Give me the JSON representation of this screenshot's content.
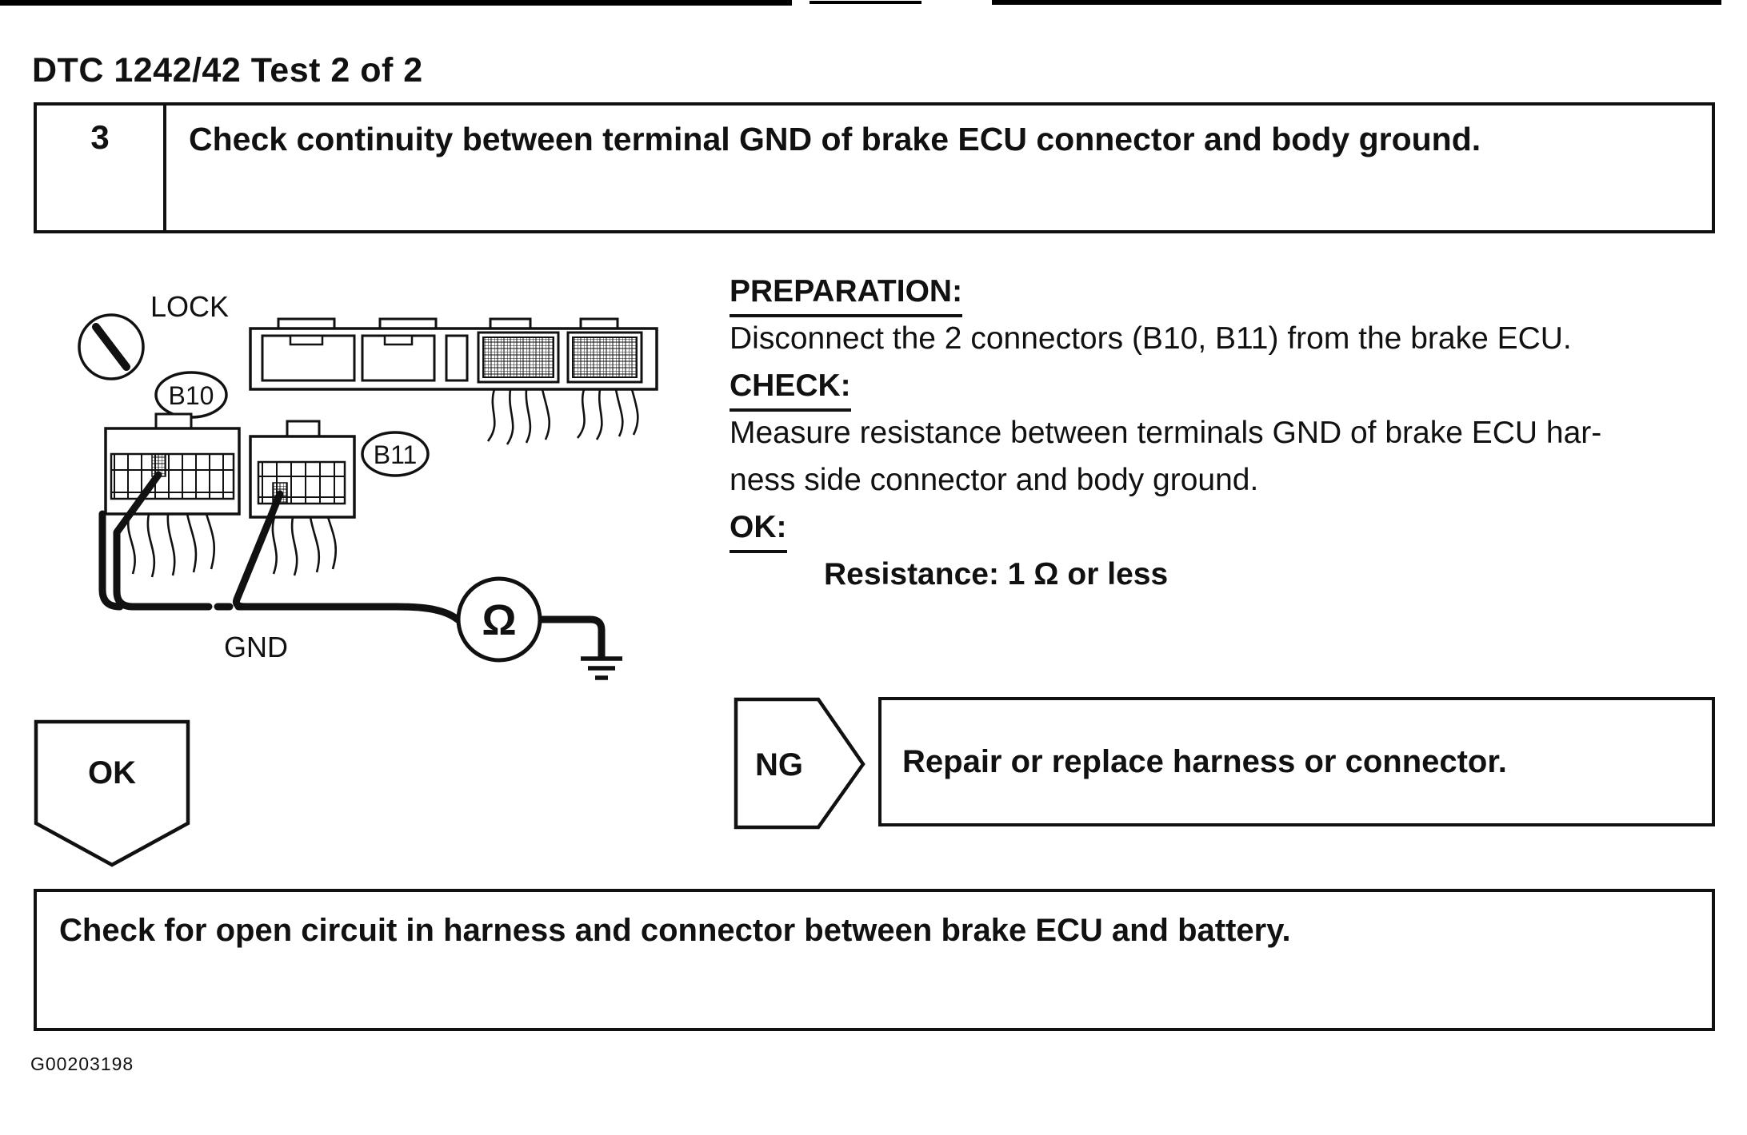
{
  "colors": {
    "ink": "#111111",
    "paper": "#ffffff"
  },
  "page": {
    "title": "DTC 1242/42 Test 2 of 2",
    "figure_id": "G00203198"
  },
  "step": {
    "number": "3",
    "instruction": "Check continuity between terminal GND of brake ECU connector and body ground."
  },
  "diagram": {
    "lock_label": "LOCK",
    "connector_b10_label": "B10",
    "connector_b11_label": "B11",
    "gnd_label": "GND",
    "ohmmeter_symbol": "Ω"
  },
  "procedure": {
    "preparation_heading": "PREPARATION:",
    "preparation_text": "Disconnect the 2 connectors (B10, B11) from the brake ECU.",
    "check_heading": "CHECK:",
    "check_lines": [
      "Measure resistance between terminals GND of brake ECU har-",
      "ness side connector and body ground."
    ],
    "ok_heading": "OK:",
    "ok_spec": "Resistance: 1 Ω or less"
  },
  "flow": {
    "ok_label": "OK",
    "ng_label": "NG",
    "ng_result": "Repair or replace harness or connector.",
    "ok_result": "Check for open circuit in harness and connector between brake ECU and battery."
  }
}
